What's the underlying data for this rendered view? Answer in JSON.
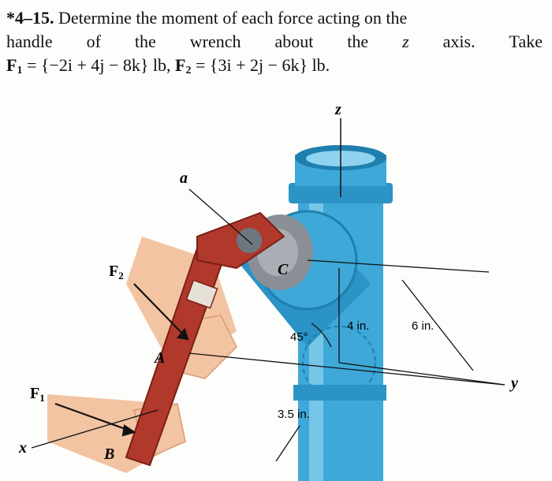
{
  "problem": {
    "number": "*4–15.",
    "line1": "Determine the moment of each force acting on the",
    "line2_words": [
      "handle",
      "of",
      "the",
      "wrench",
      "about",
      "the",
      "z",
      "axis.",
      "Take"
    ],
    "line3": {
      "f1_label": "F",
      "f1_sub": "1",
      "f1_value": " = {−2i + 4j − 8k} lb,  ",
      "f2_label": "F",
      "f2_sub": "2",
      "f2_value": " = {3i + 2j − 6k} lb."
    }
  },
  "figure": {
    "labels": {
      "z": "z",
      "a": "a",
      "F2_main": "F",
      "F2_sub": "2",
      "C": "C",
      "A": "A",
      "F1_main": "F",
      "F1_sub": "1",
      "x": "x",
      "B": "B",
      "y": "y",
      "angle": "45°",
      "dim_4": "4 in.",
      "dim_6": "6 in.",
      "dim_35": "3.5 in."
    },
    "colors": {
      "pipe": "#3ea8d8",
      "pipe_dark": "#1f7fae",
      "pipe_light": "#8fd3f0",
      "wrench": "#b1392c",
      "wrench_dark": "#7a2017",
      "skin": "#f2c4a2",
      "skin_dark": "#d99a78",
      "fitting_gray": "#8a8f96"
    }
  }
}
